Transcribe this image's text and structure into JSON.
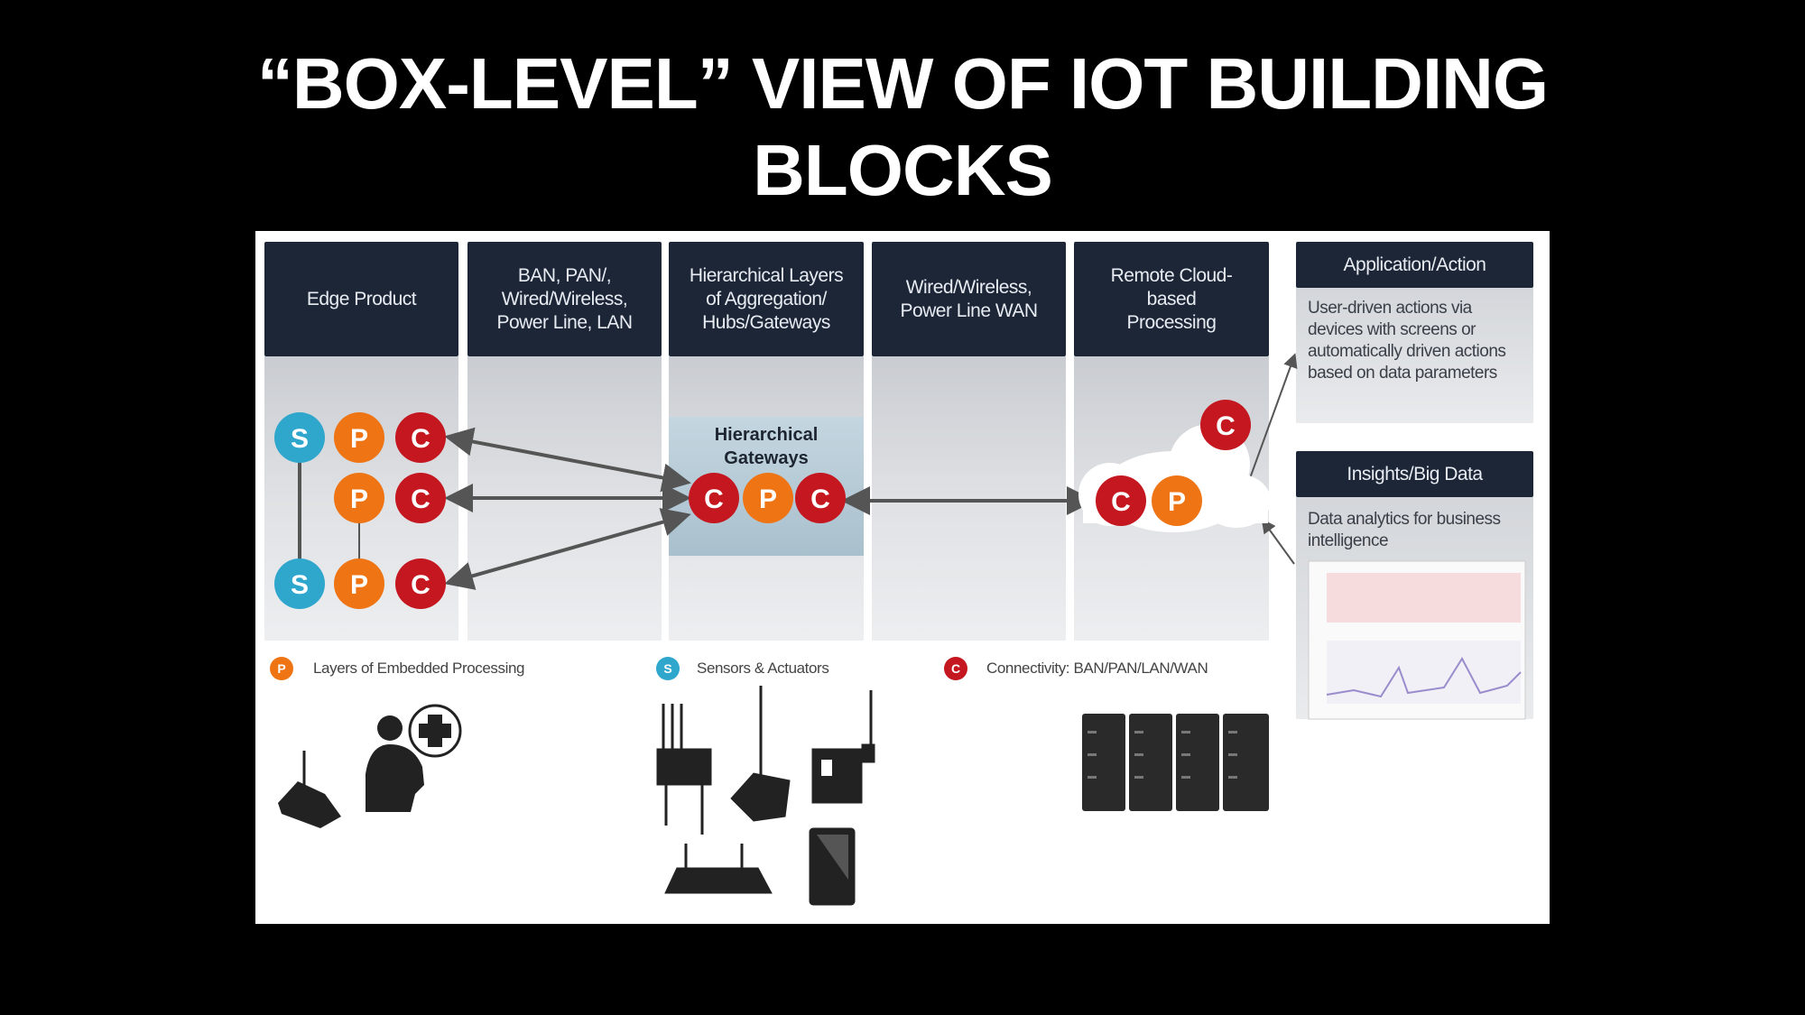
{
  "slide": {
    "title_line1": "“BOX-LEVEL” VIEW OF IOT BUILDING",
    "title_line2": "BLOCKS"
  },
  "columns": [
    {
      "label": "Edge Product"
    },
    {
      "label": "BAN, PAN/, Wired/Wireless, Power Line, LAN"
    },
    {
      "label": "Hierarchical Layers of Aggregation/ Hubs/Gateways"
    },
    {
      "label": "Wired/Wireless, Power Line WAN"
    },
    {
      "label": "Remote Cloud-based Processing"
    }
  ],
  "panels": {
    "application": {
      "title": "Application/Action",
      "body": "User-driven actions via devices with screens or automatically driven actions based on data parameters"
    },
    "insights": {
      "title": "Insights/Big Data",
      "body": "Data analytics for business intelligence"
    }
  },
  "gateway": {
    "label": "Hierarchical Gateways"
  },
  "nodes": {
    "s": "S",
    "p": "P",
    "c": "C"
  },
  "legend": [
    {
      "letter": "P",
      "label": "Layers of Embedded Processing"
    },
    {
      "letter": "S",
      "label": "Sensors & Actuators"
    },
    {
      "letter": "C",
      "label": "Connectivity: BAN/PAN/LAN/WAN"
    }
  ],
  "colors": {
    "sensor": "#2fa6cc",
    "processing": "#ee7414",
    "connectivity": "#c4171f",
    "header": "#1c2637"
  }
}
